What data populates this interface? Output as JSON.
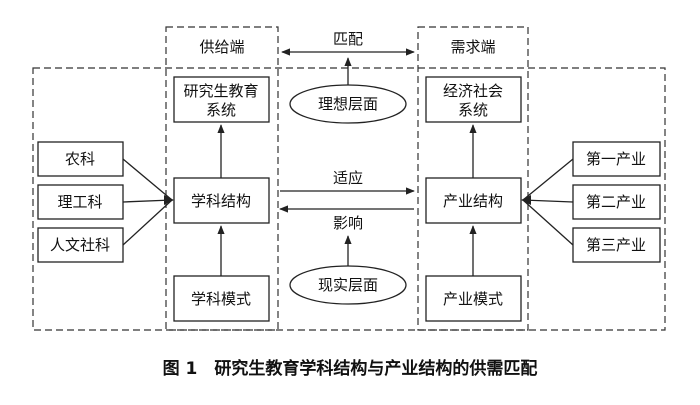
{
  "supply_header": "供给端",
  "demand_header": "需求端",
  "match_label": "匹配",
  "adapt_label": "适应",
  "influence_label": "影响",
  "ideal_level": "理想层面",
  "real_level": "现实层面",
  "grad_edu_line1": "研究生教育",
  "grad_edu_line2": "系统",
  "econ_society_line1": "经济社会",
  "econ_society_line2": "系统",
  "discipline_structure": "学科结构",
  "industry_structure": "产业结构",
  "discipline_mode": "学科模式",
  "industry_mode": "产业模式",
  "disciplines": [
    "农科",
    "理工科",
    "人文社科"
  ],
  "industries": [
    "第一产业",
    "第二产业",
    "第三产业"
  ],
  "caption": "图 1　研究生教育学科结构与产业结构的供需匹配"
}
